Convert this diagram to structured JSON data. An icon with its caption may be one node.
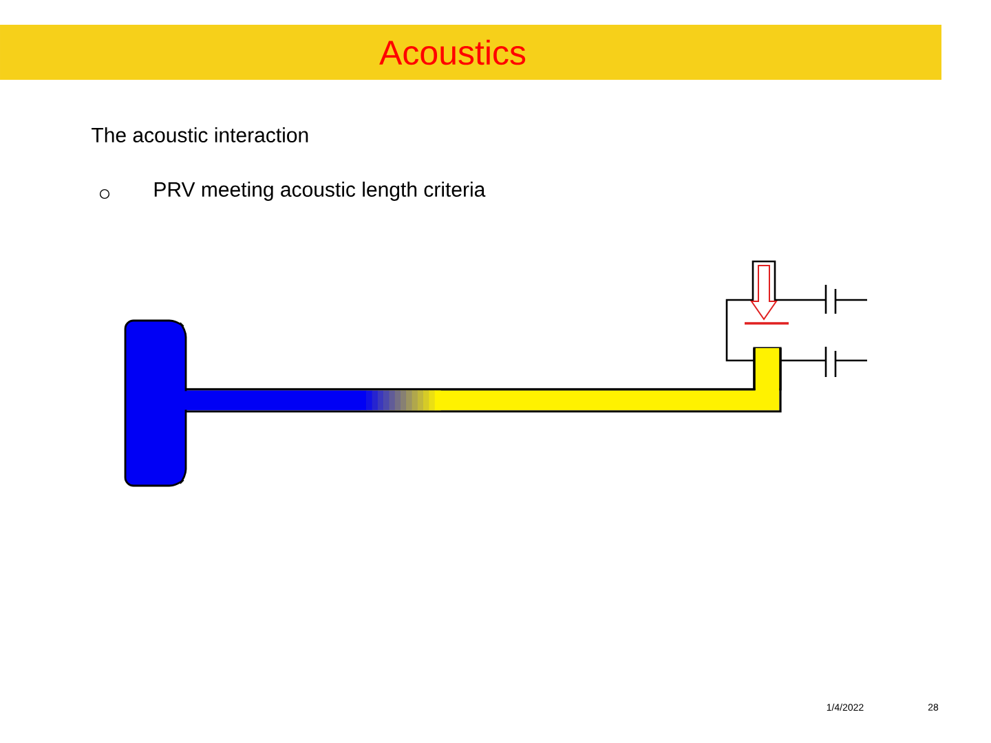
{
  "diagram": {
    "title": "Acoustics",
    "labels": [
      "The acoustic interaction",
      "PRV meeting acoustic length criteria",
      "1/4/2022",
      "28"
    ]
  }
}
